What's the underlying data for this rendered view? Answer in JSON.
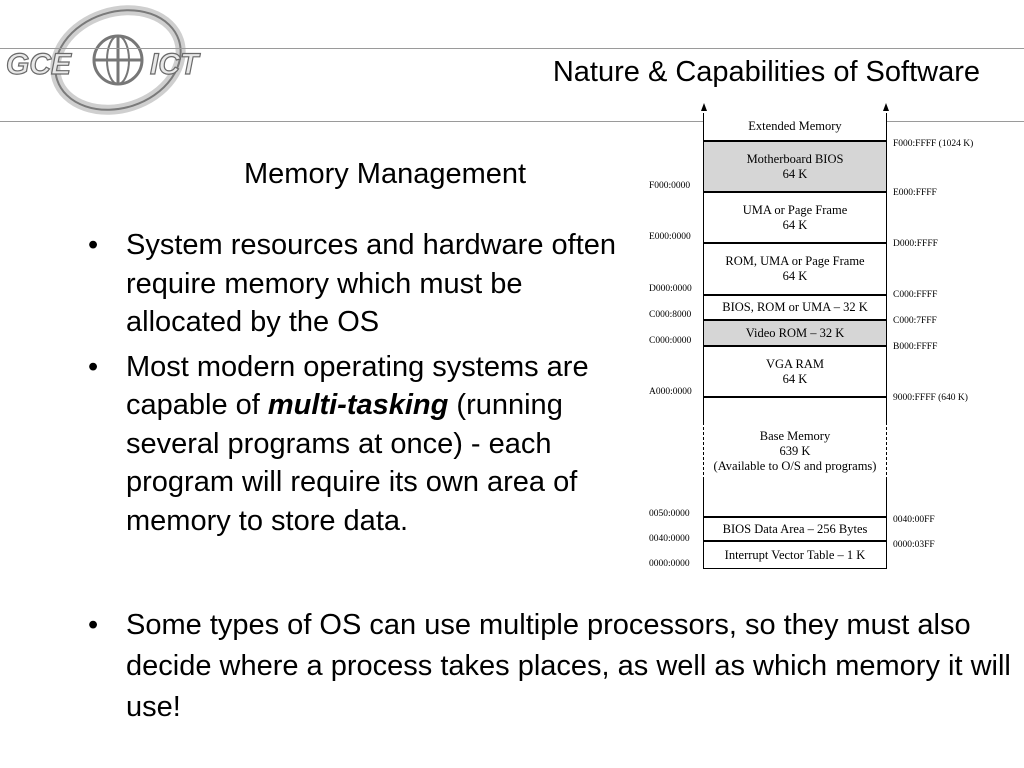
{
  "header": {
    "logo_text": "GCE ICT",
    "title": "Nature & Capabilities of Software"
  },
  "subtitle": "Memory Management",
  "bullets_main": [
    {
      "text": "System resources and hardware often require memory which must be allocated by the OS"
    },
    {
      "text_before": "Most modern operating systems are capable of ",
      "emphasis": "multi-tasking",
      "text_after": " (running several programs at once) - each program will require its own area of memory to store data."
    }
  ],
  "bullets_bottom": [
    {
      "text": "Some types of OS can use multiple processors, so they must also decide where a process takes places, as well as which memory it will use!"
    }
  ],
  "memory_map": {
    "blocks": [
      {
        "lines": [
          "Extended Memory"
        ],
        "shaded": false
      },
      {
        "lines": [
          "Motherboard BIOS",
          "64 K"
        ],
        "shaded": true
      },
      {
        "lines": [
          "UMA or Page Frame",
          "64 K"
        ],
        "shaded": false
      },
      {
        "lines": [
          "ROM, UMA or Page Frame",
          "64 K"
        ],
        "shaded": false
      },
      {
        "lines": [
          "BIOS, ROM or UMA – 32 K"
        ],
        "shaded": false
      },
      {
        "lines": [
          "Video ROM – 32 K"
        ],
        "shaded": true
      },
      {
        "lines": [
          "VGA RAM",
          "64 K"
        ],
        "shaded": false
      },
      {
        "lines": [
          "Base Memory",
          "639 K",
          "(Available to O/S and programs)"
        ],
        "shaded": false
      },
      {
        "lines": [
          "BIOS Data Area – 256 Bytes"
        ],
        "shaded": false
      },
      {
        "lines": [
          "Interrupt Vector Table – 1 K"
        ],
        "shaded": false
      }
    ],
    "left_addresses": [
      "F000:0000",
      "E000:0000",
      "D000:0000",
      "C000:8000",
      "C000:0000",
      "A000:0000",
      "0050:0000",
      "0040:0000",
      "0000:0000"
    ],
    "right_addresses": [
      "F000:FFFF (1024 K)",
      "E000:FFFF",
      "D000:FFFF",
      "C000:FFFF",
      "C000:7FFF",
      "B000:FFFF",
      "9000:FFFF (640 K)",
      "0040:00FF",
      "0000:03FF"
    ]
  }
}
